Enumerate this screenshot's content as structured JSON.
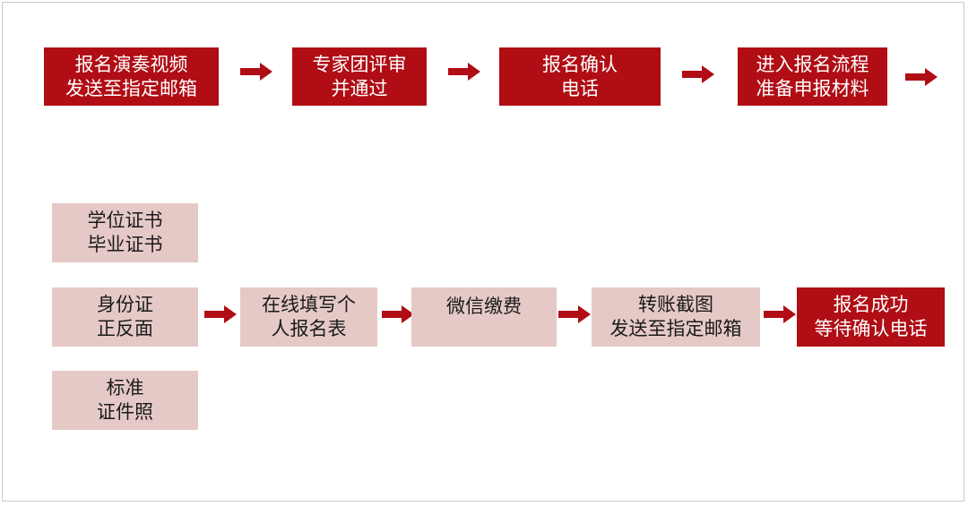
{
  "colors": {
    "accent_red": "#b00d15",
    "pink_fill": "#e5c9c6",
    "frame_border": "#c9c9c9"
  },
  "row1": {
    "step1": {
      "line1": "报名演奏视频",
      "line2": "发送至指定邮箱"
    },
    "step2": {
      "line1": "专家团评审",
      "line2": "并通过"
    },
    "step3": {
      "line1": "报名确认",
      "line2": "电话"
    },
    "step4": {
      "line1": "进入报名流程",
      "line2": "准备申报材料"
    }
  },
  "materials": {
    "degree": {
      "line1": "学位证书",
      "line2": "毕业证书"
    },
    "id_card": {
      "line1": "身份证",
      "line2": "正反面"
    },
    "photo": {
      "line1": "标准",
      "line2": "证件照"
    }
  },
  "row2": {
    "form": {
      "line1": "在线填写个",
      "line2": "人报名表"
    },
    "payment": {
      "line1": "微信缴费"
    },
    "transfer": {
      "line1": "转账截图",
      "line2": "发送至指定邮箱"
    },
    "success": {
      "line1": "报名成功",
      "line2": "等待确认电话"
    }
  }
}
